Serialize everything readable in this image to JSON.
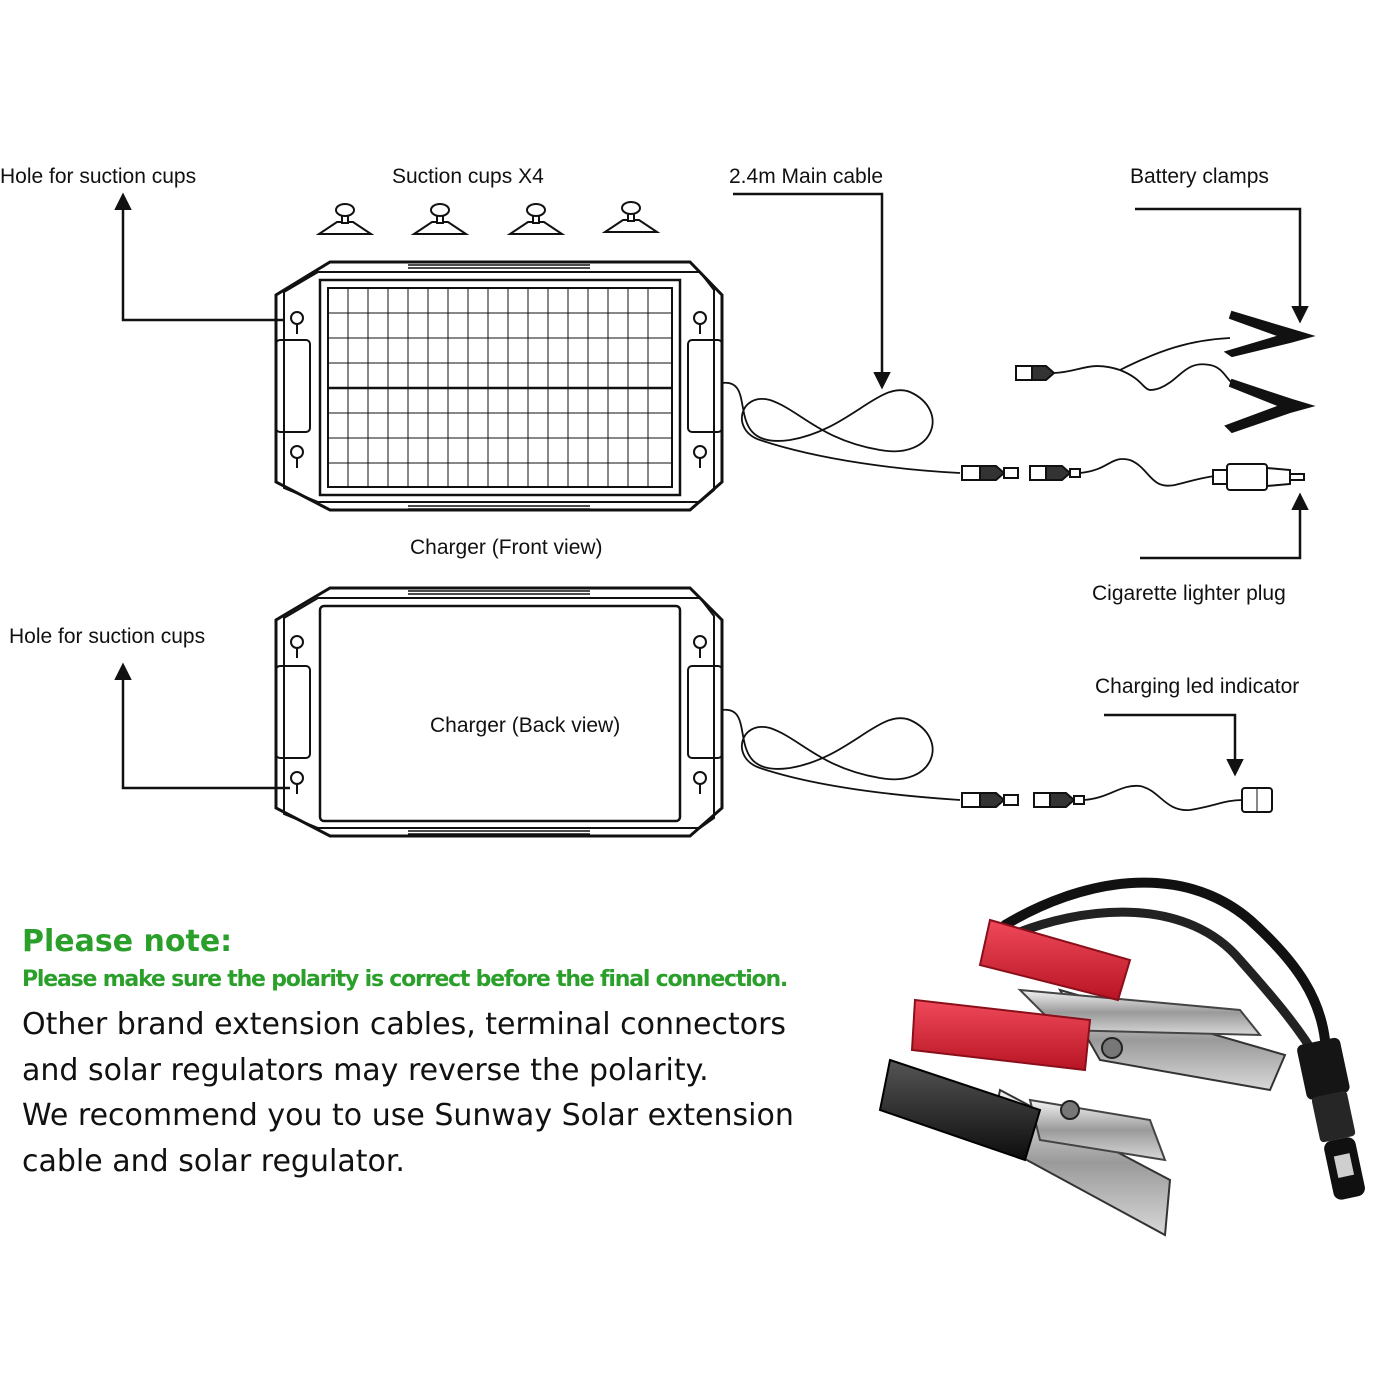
{
  "labels": {
    "hole_top": "Hole for suction cups",
    "suction_cups": "Suction cups X4",
    "main_cable": "2.4m Main cable",
    "battery_clamps": "Battery clamps",
    "front_view": "Charger (Front view)",
    "cigarette_plug": "Cigarette lighter plug",
    "hole_bottom": "Hole for suction cups",
    "led_indicator": "Charging led indicator",
    "back_view": "Charger (Back view)"
  },
  "note": {
    "title": "Please note:",
    "subtitle": "Please make sure the polarity is correct before the final connection.",
    "lines": [
      "Other brand extension cables, terminal connectors",
      "and solar regulators may reverse the polarity.",
      "We recommend you to use Sunway Solar extension",
      "cable and solar regulator."
    ]
  },
  "colors": {
    "note_green": "#2aa02a",
    "clamp_red": "#d62434",
    "clamp_black": "#1a1a1a"
  }
}
